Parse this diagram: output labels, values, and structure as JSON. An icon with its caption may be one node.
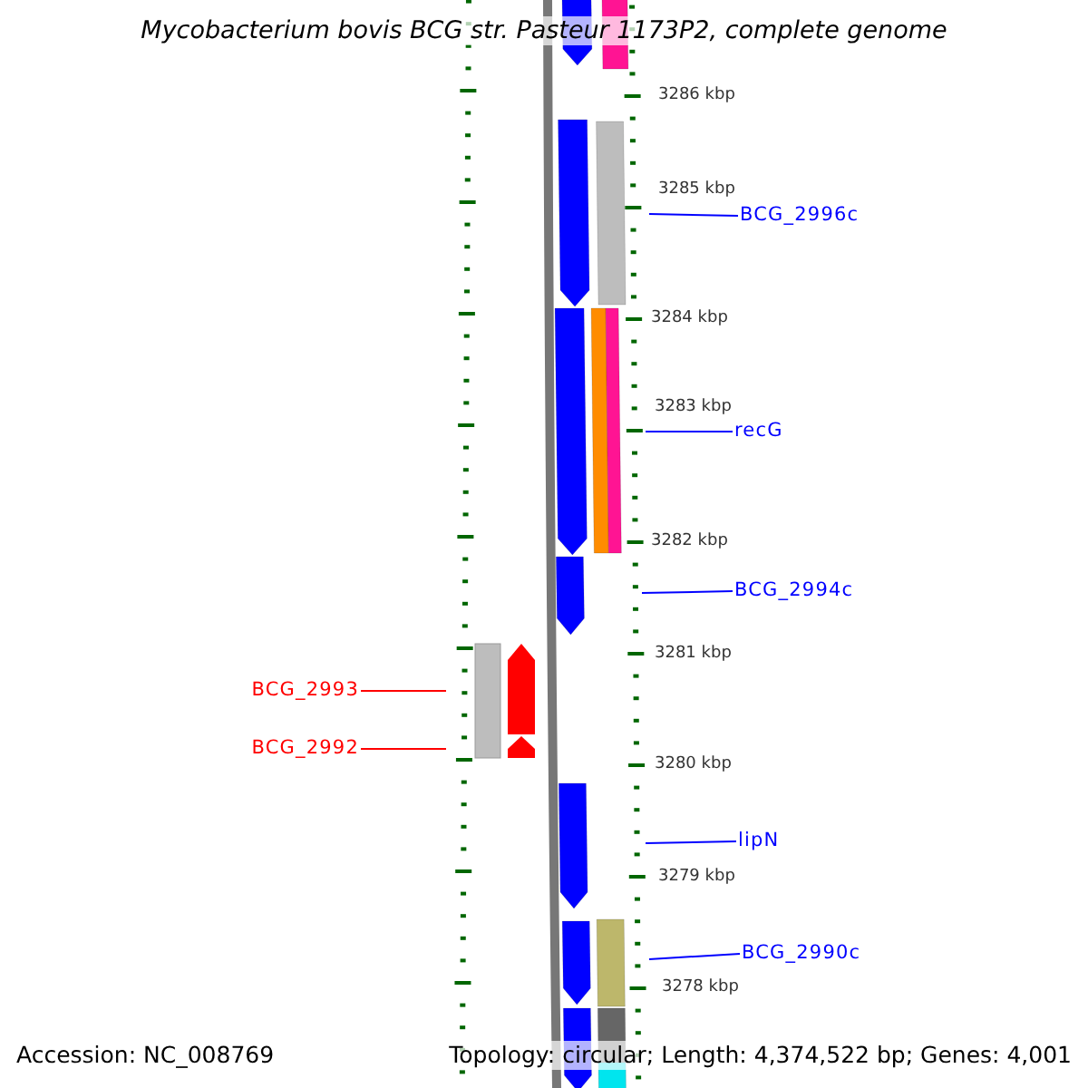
{
  "diagram": {
    "title": "Mycobacterium bovis BCG str. Pasteur 1173P2, complete genome",
    "nodes": [
      {
        "text": [
          "BCG_2996c"
        ]
      },
      {
        "text": [
          "recG"
        ]
      },
      {
        "text": [
          "BCG_2994c"
        ]
      },
      {
        "text": [
          "BCG_2993"
        ]
      },
      {
        "text": [
          "BCG_2992"
        ]
      },
      {
        "text": [
          "lipN"
        ]
      },
      {
        "text": [
          "BCG_2990c"
        ]
      }
    ],
    "edges": [
      {
        "from": 0,
        "to": null,
        "arrow": "none"
      },
      {
        "from": 1,
        "to": null,
        "arrow": "none"
      },
      {
        "from": 2,
        "to": null,
        "arrow": "none"
      },
      {
        "from": 3,
        "to": null,
        "arrow": "none",
        "color": "#ff0000"
      },
      {
        "from": 4,
        "to": null,
        "arrow": "none",
        "color": "#ff0000"
      },
      {
        "from": 5,
        "to": null,
        "arrow": "none"
      },
      {
        "from": 6,
        "to": null,
        "arrow": "none"
      }
    ],
    "labels": [
      "3286 kbp",
      "3285 kbp",
      "3284 kbp",
      "3283 kbp",
      "3282 kbp",
      "3281 kbp",
      "3280 kbp",
      "3279 kbp",
      "3278 kbp",
      "Accession: NC_008769",
      "Topology: circular; Length: 4,374,522 bp; Genes: 4,001"
    ]
  }
}
